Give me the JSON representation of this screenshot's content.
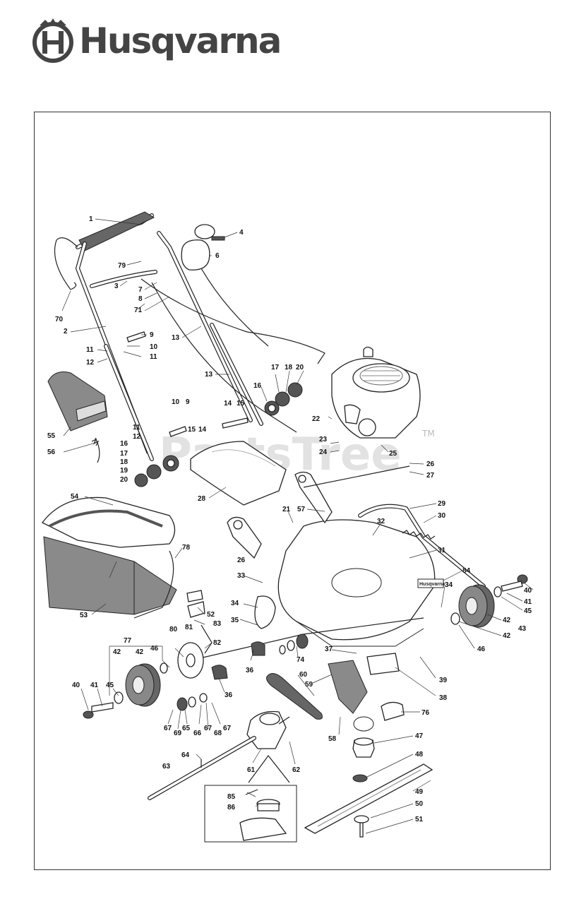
{
  "brand": {
    "name": "Husqvarna"
  },
  "watermark": {
    "text": "PartsTree",
    "trademark": "TM"
  },
  "decal": {
    "text": "Husqvarna"
  },
  "callouts": [
    {
      "n": "1"
    },
    {
      "n": "2"
    },
    {
      "n": "3"
    },
    {
      "n": "4"
    },
    {
      "n": "6"
    },
    {
      "n": "7"
    },
    {
      "n": "8"
    },
    {
      "n": "9"
    },
    {
      "n": "10"
    },
    {
      "n": "11"
    },
    {
      "n": "12"
    },
    {
      "n": "13"
    },
    {
      "n": "14"
    },
    {
      "n": "15"
    },
    {
      "n": "16"
    },
    {
      "n": "17"
    },
    {
      "n": "18"
    },
    {
      "n": "19"
    },
    {
      "n": "20"
    },
    {
      "n": "21"
    },
    {
      "n": "22"
    },
    {
      "n": "23"
    },
    {
      "n": "24"
    },
    {
      "n": "25"
    },
    {
      "n": "26"
    },
    {
      "n": "27"
    },
    {
      "n": "28"
    },
    {
      "n": "29"
    },
    {
      "n": "30"
    },
    {
      "n": "31"
    },
    {
      "n": "32"
    },
    {
      "n": "33"
    },
    {
      "n": "34"
    },
    {
      "n": "35"
    },
    {
      "n": "36"
    },
    {
      "n": "37"
    },
    {
      "n": "38"
    },
    {
      "n": "39"
    },
    {
      "n": "40"
    },
    {
      "n": "41"
    },
    {
      "n": "42"
    },
    {
      "n": "43"
    },
    {
      "n": "45"
    },
    {
      "n": "46"
    },
    {
      "n": "47"
    },
    {
      "n": "48"
    },
    {
      "n": "49"
    },
    {
      "n": "50"
    },
    {
      "n": "51"
    },
    {
      "n": "52"
    },
    {
      "n": "53"
    },
    {
      "n": "54"
    },
    {
      "n": "55"
    },
    {
      "n": "56"
    },
    {
      "n": "57"
    },
    {
      "n": "58"
    },
    {
      "n": "59"
    },
    {
      "n": "60"
    },
    {
      "n": "61"
    },
    {
      "n": "62"
    },
    {
      "n": "63"
    },
    {
      "n": "64"
    },
    {
      "n": "65"
    },
    {
      "n": "66"
    },
    {
      "n": "67"
    },
    {
      "n": "68"
    },
    {
      "n": "69"
    },
    {
      "n": "70"
    },
    {
      "n": "71"
    },
    {
      "n": "74"
    },
    {
      "n": "76"
    },
    {
      "n": "77"
    },
    {
      "n": "78"
    },
    {
      "n": "79"
    },
    {
      "n": "80"
    },
    {
      "n": "81"
    },
    {
      "n": "82"
    },
    {
      "n": "83"
    },
    {
      "n": "84"
    },
    {
      "n": "85"
    },
    {
      "n": "86"
    }
  ]
}
